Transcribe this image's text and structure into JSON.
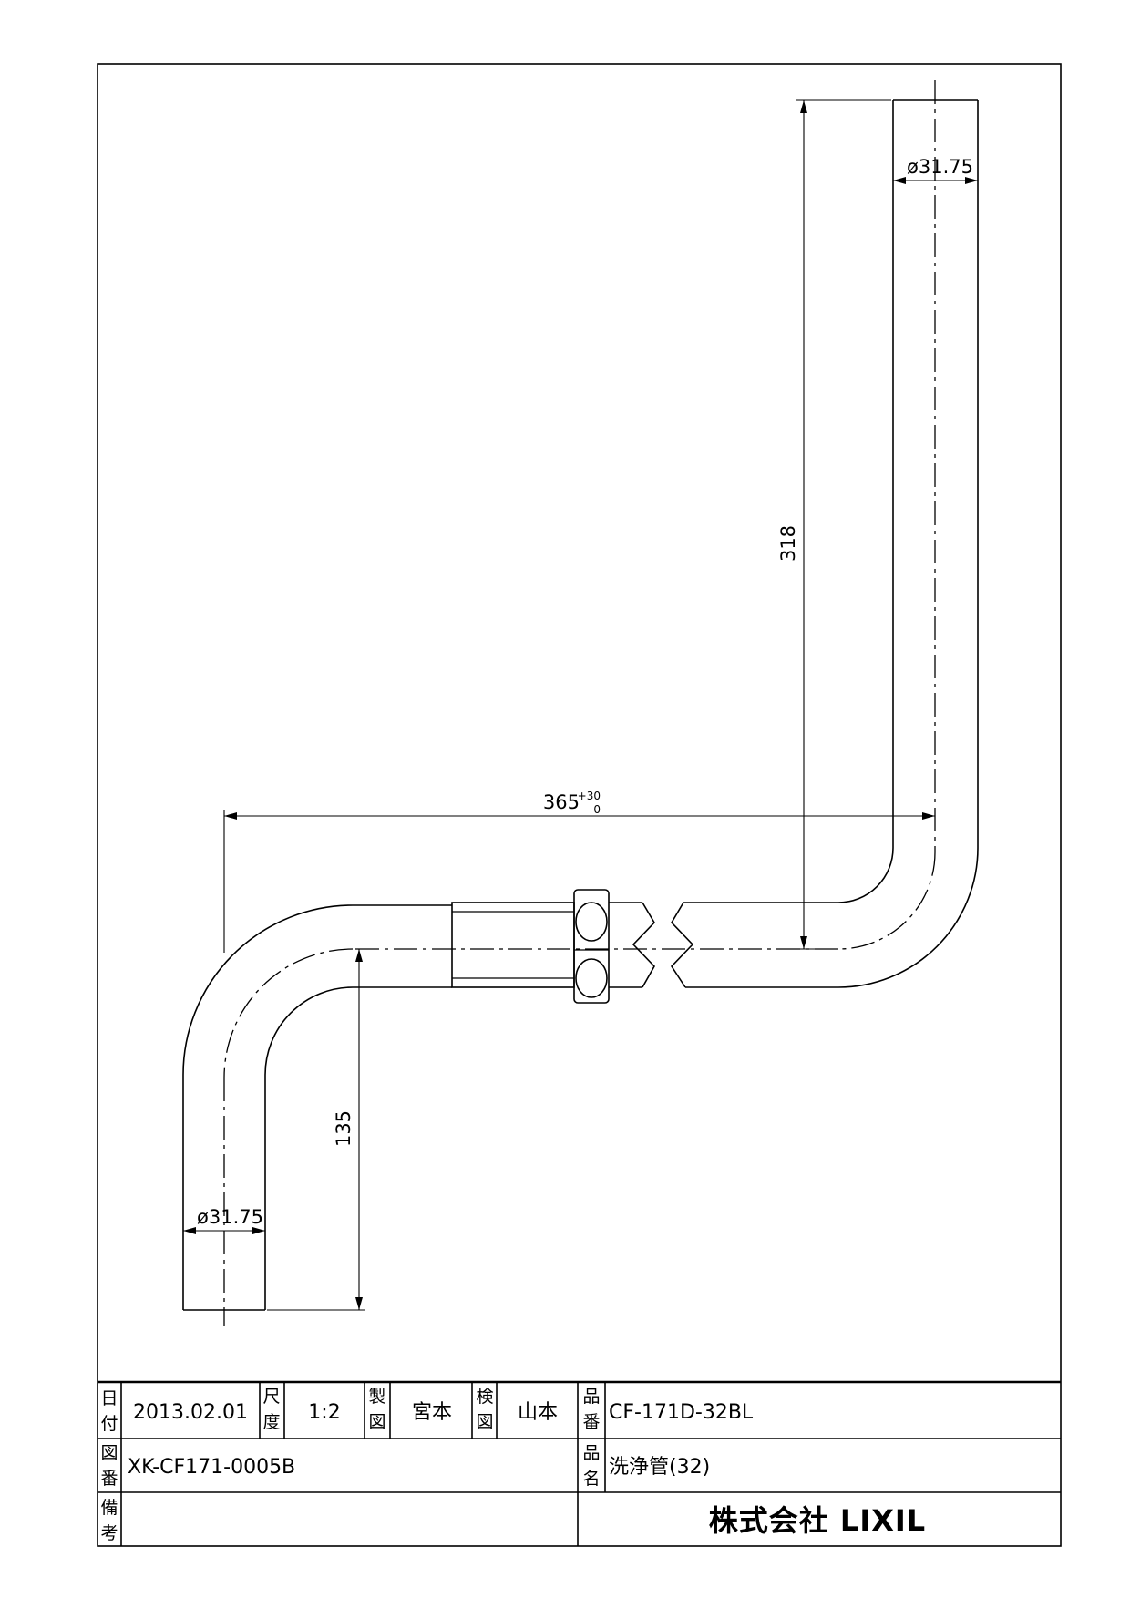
{
  "drawing": {
    "dimensions": {
      "top_diameter": "ø31.75",
      "bottom_diameter": "ø31.75",
      "vertical_length": "318",
      "horizontal_length": "365",
      "tolerance_plus": "+30",
      "tolerance_minus": "-0",
      "drop_height": "135"
    }
  },
  "title_block": {
    "date_label_1": "日",
    "date_label_2": "付",
    "date": "2013.02.01",
    "scale_label_1": "尺",
    "scale_label_2": "度",
    "scale": "1:2",
    "drawn_label_1": "製",
    "drawn_label_2": "図",
    "drawn_by": "宮本",
    "checked_label_1": "検",
    "checked_label_2": "図",
    "checked_by": "山本",
    "product_code_label_1": "品",
    "product_code_label_2": "番",
    "product_code": "CF-171D-32BL",
    "drawing_no_label_1": "図",
    "drawing_no_label_2": "番",
    "drawing_no": "XK-CF171-0005B",
    "product_name_label_1": "品",
    "product_name_label_2": "名",
    "product_name": "洗浄管(32)",
    "remarks_label_1": "備",
    "remarks_label_2": "考",
    "company": "株式会社 LIXIL"
  }
}
